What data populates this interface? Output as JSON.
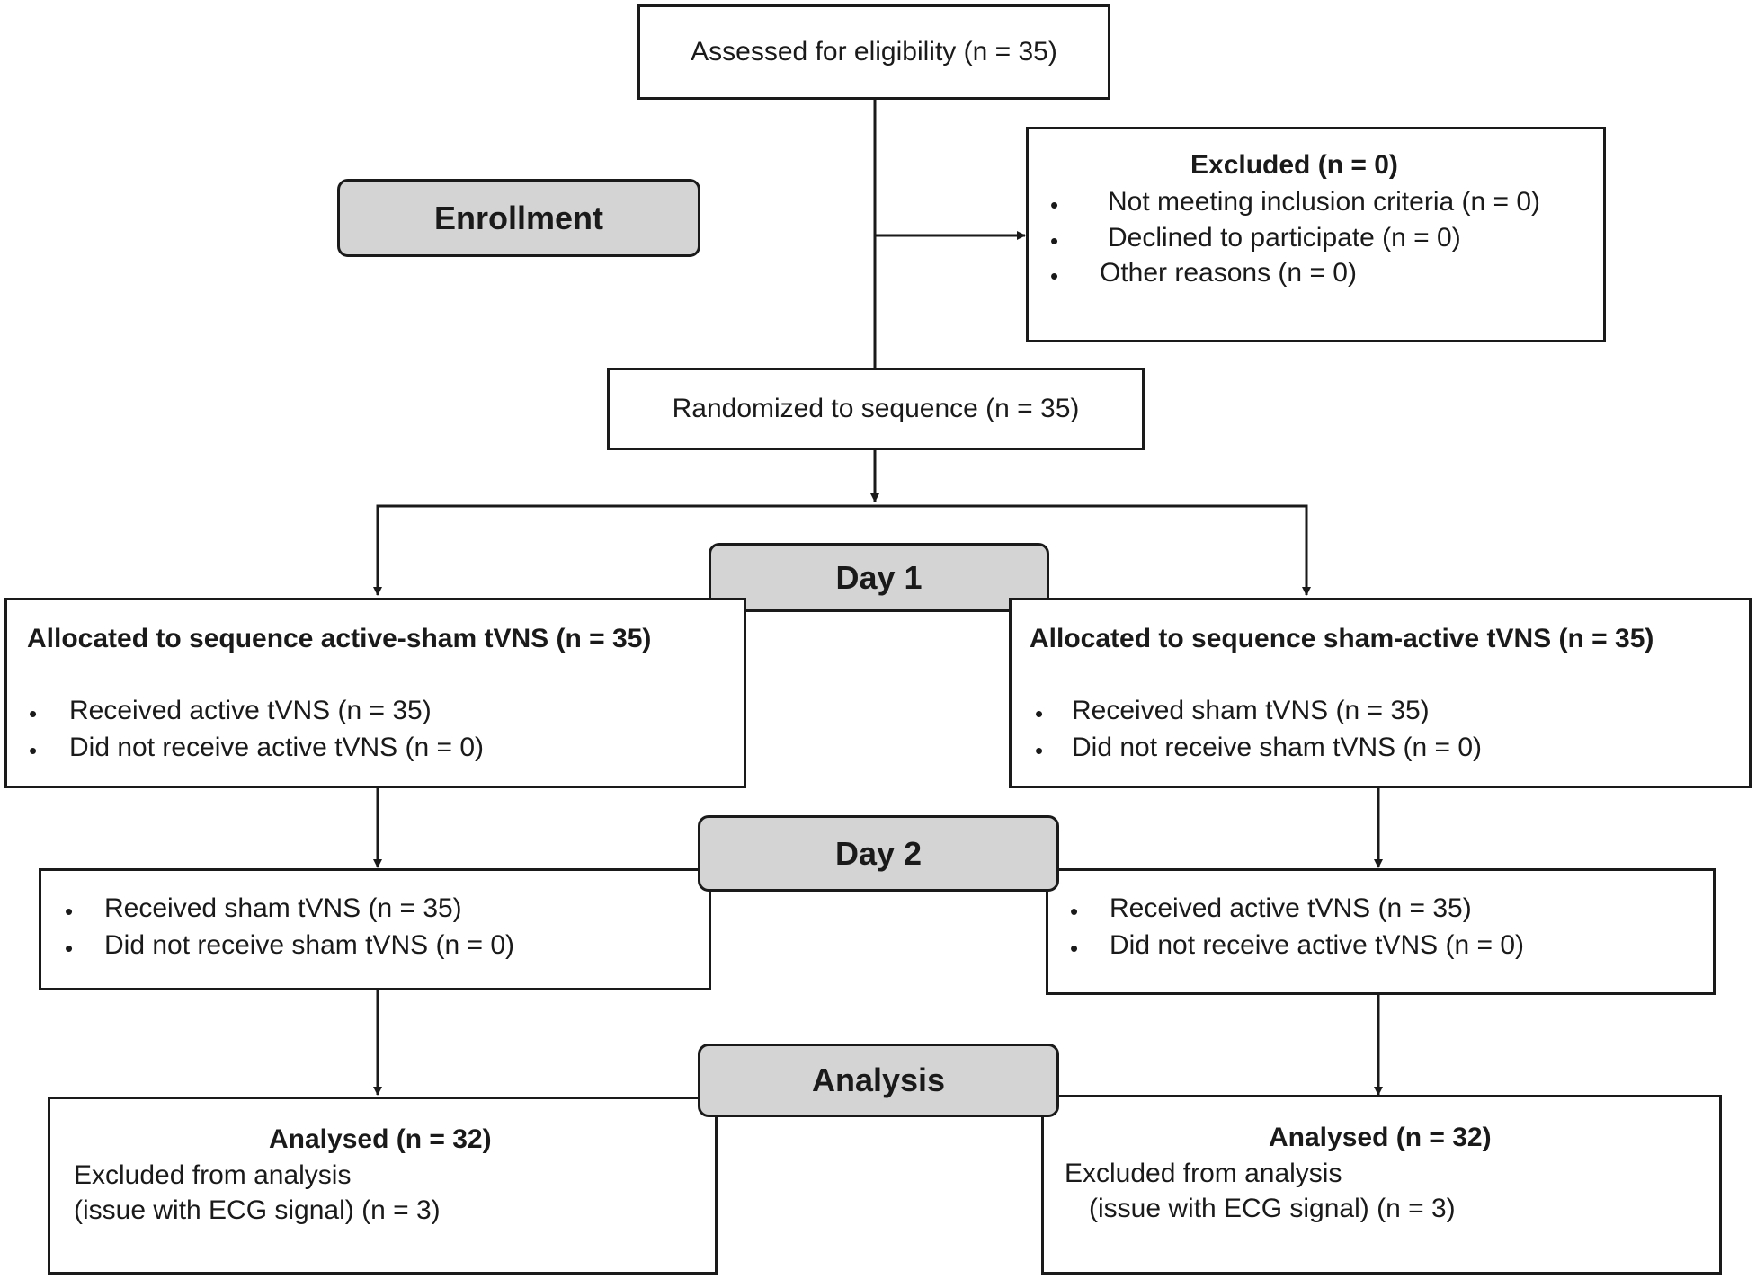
{
  "stages": {
    "enrollment": "Enrollment",
    "day1": "Day 1",
    "day2": "Day 2",
    "analysis": "Analysis"
  },
  "assessed": "Assessed for eligibility (n = 35)",
  "excluded": {
    "title": "Excluded (n = 0)",
    "items": [
      "Not meeting inclusion criteria (n = 0)",
      "Declined to participate (n = 0)",
      "Other reasons (n = 0)"
    ]
  },
  "randomized": "Randomized to sequence (n = 35)",
  "left_arm": {
    "title": "Allocated to sequence active-sham tVNS (n = 35)",
    "day1_items": [
      "Received active tVNS (n = 35)",
      "Did not receive active tVNS (n = 0)"
    ],
    "day2_items": [
      "Received sham tVNS (n = 35)",
      "Did not receive sham tVNS (n = 0)"
    ],
    "analysed": "Analysed (n = 32)",
    "excluded_lines": [
      "Excluded from analysis",
      "(issue with ECG signal) (n = 3)"
    ]
  },
  "right_arm": {
    "title": "Allocated to sequence sham-active tVNS (n = 35)",
    "day1_items": [
      "Received sham tVNS (n = 35)",
      "Did not receive sham tVNS (n = 0)"
    ],
    "day2_items": [
      "Received active tVNS (n = 35)",
      "Did not receive active tVNS (n = 0)"
    ],
    "analysed": "Analysed (n = 32)",
    "excluded_lines": [
      "Excluded from analysis",
      "(issue with ECG signal) (n = 3)"
    ]
  },
  "bullet_char": "•"
}
